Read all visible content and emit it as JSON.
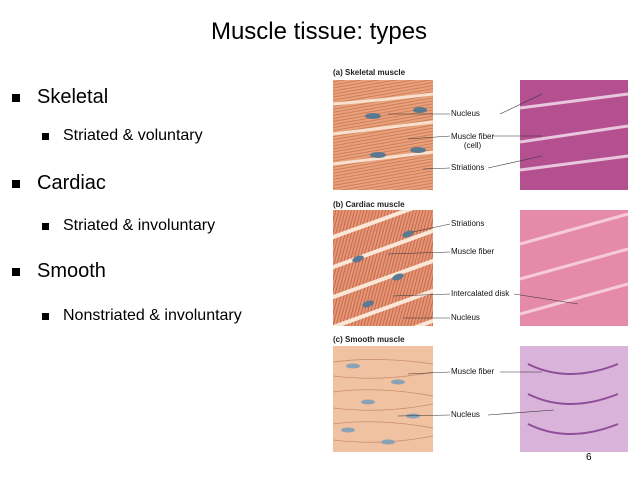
{
  "slide": {
    "title": "Muscle tissue: types",
    "page_number": "6"
  },
  "bullets": [
    {
      "level": 1,
      "text": "Skeletal"
    },
    {
      "level": 2,
      "text": "Striated & voluntary"
    },
    {
      "level": 1,
      "text": "Cardiac"
    },
    {
      "level": 2,
      "text": "Striated & involuntary"
    },
    {
      "level": 1,
      "text": "Smooth"
    },
    {
      "level": 2,
      "text": "Nonstriated & involuntary"
    }
  ],
  "figure": {
    "panels": [
      {
        "label": "(a) Skeletal muscle",
        "callouts": [
          "Nucleus",
          "Muscle fiber\n(cell)",
          "Striations"
        ]
      },
      {
        "label": "(b) Cardiac muscle",
        "callouts": [
          "Striations",
          "Muscle fiber",
          "Intercalated disk",
          "Nucleus"
        ]
      },
      {
        "label": "(c) Smooth muscle",
        "callouts": [
          "Muscle fiber",
          "Nucleus"
        ]
      }
    ],
    "colors": {
      "skeletal_fill": "#e9a27c",
      "cardiac_fill": "#e79575",
      "smooth_fill": "#f1c2a1",
      "nucleus": "#5a7890",
      "micro_skeletal": "#b4508f",
      "micro_cardiac": "#e58aa8",
      "micro_smooth": "#d9b3d9"
    }
  }
}
